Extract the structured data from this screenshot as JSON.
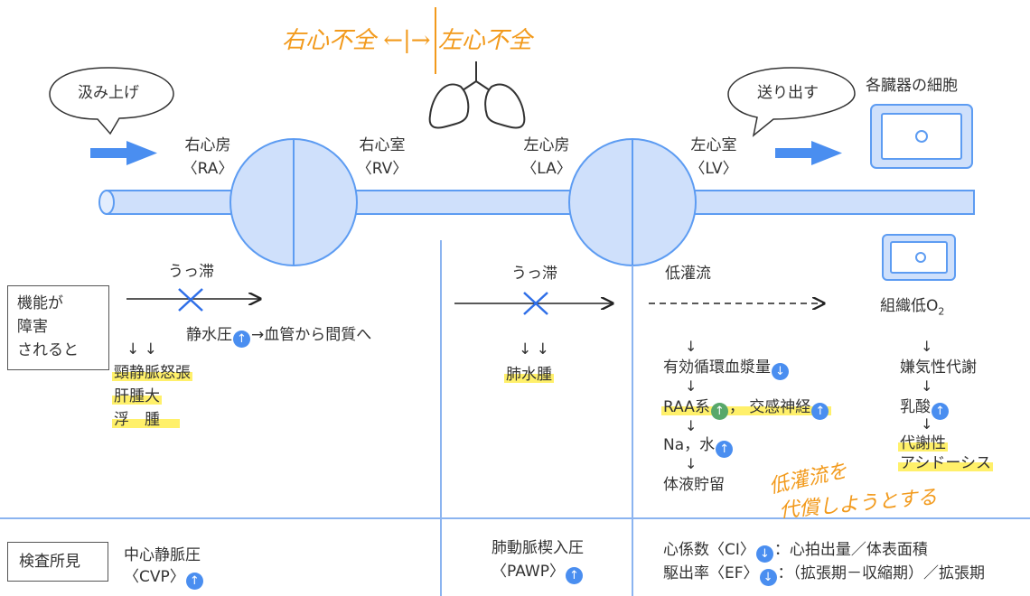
{
  "handwriting": {
    "top": "右心不全 ←|→ 左心不全",
    "bottom_line1": "低灌流を",
    "bottom_line2": "代償しようとする"
  },
  "bubbles": {
    "left": "汲み上げ",
    "right": "送り出す"
  },
  "chambers": {
    "ra": {
      "name": "右心房",
      "abbr": "〈RA〉"
    },
    "rv": {
      "name": "右心室",
      "abbr": "〈RV〉"
    },
    "la": {
      "name": "左心房",
      "abbr": "〈LA〉"
    },
    "lv": {
      "name": "左心室",
      "abbr": "〈LV〉"
    }
  },
  "organs": {
    "cells_label": "各臓器の細胞",
    "tissue_label": "組織低O",
    "tissue_sub": "2"
  },
  "impaired_box": {
    "line1": "機能が",
    "line2": "障害",
    "line3": "されると"
  },
  "right_failure": {
    "congestion": "うっ滞",
    "static_pressure": "静水圧",
    "static_pressure_tail": "→血管から間質へ",
    "arrows": "↓ ↓",
    "symptom1": "頸静脈怒張",
    "symptom2": "肝腫大",
    "symptom3": "浮　腫"
  },
  "left_failure": {
    "congestion": "うっ滞",
    "arrows": "↓ ↓",
    "symptom": "肺水腫"
  },
  "low_perfusion": {
    "label": "低灌流",
    "circulating_volume": "有効循環血漿量",
    "raa": "RAA系",
    "sep": "，",
    "sympathetic": "交感神経",
    "na_water": "Na，水",
    "retention": "体液貯留",
    "anaerobic": "嫌気性代謝",
    "lactic": "乳酸",
    "metabolic": "代謝性",
    "acidosis": "アシドーシス"
  },
  "exam": {
    "label": "検査所見",
    "cvp_line1": "中心静脈圧",
    "cvp_line2": "〈CVP〉",
    "pawp_line1": "肺動脈楔入圧",
    "pawp_line2": "〈PAWP〉",
    "ci_label": "心係数〈CI〉",
    "ci_desc": "：心拍出量／体表面積",
    "ef_label": "駆出率〈EF〉",
    "ef_desc": "：（拡張期－収縮期）／拡張期"
  },
  "icons": {
    "up": "↑",
    "down": "↓",
    "arrow_glyph": "↓"
  },
  "colors": {
    "pipe_fill": "#cfe0fb",
    "pipe_stroke": "#5d9cf2",
    "accent_blue": "#4a8ef0",
    "green": "#58a86a",
    "highlight": "#fff06a",
    "handwriting": "#f29a1c",
    "cross": "#2f6fe8"
  }
}
